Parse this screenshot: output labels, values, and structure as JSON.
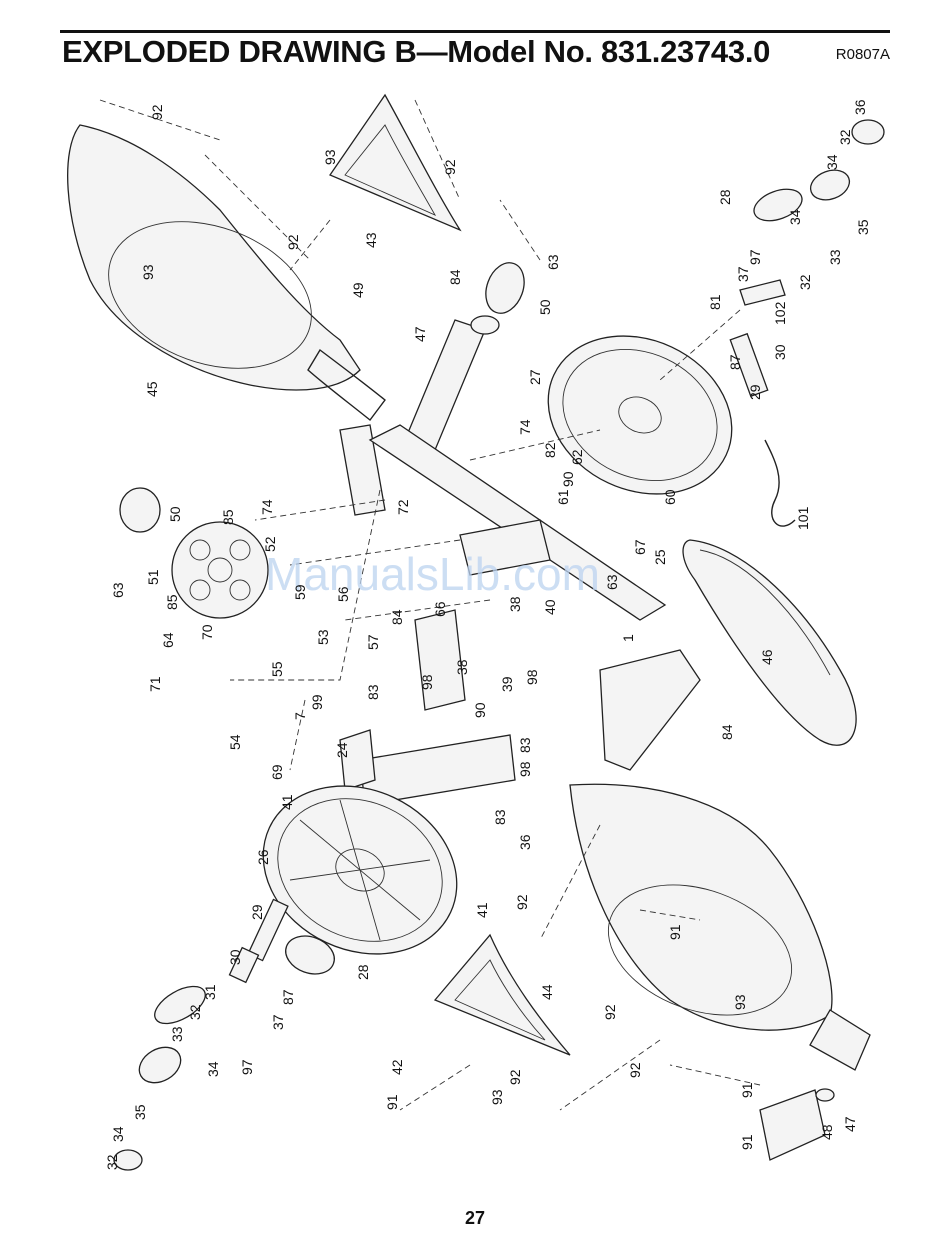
{
  "header": {
    "title": "EXPLODED DRAWING B—Model No. 831.23743.0",
    "code": "R0807A"
  },
  "watermark": "ManualsLib.com",
  "callouts": [
    "92",
    "93",
    "92",
    "92",
    "93",
    "43",
    "45",
    "36",
    "32",
    "34",
    "35",
    "28",
    "34",
    "33",
    "32",
    "97",
    "37",
    "102",
    "30",
    "29",
    "87",
    "81",
    "63",
    "50",
    "84",
    "49",
    "47",
    "27",
    "74",
    "82",
    "62",
    "90",
    "61",
    "60",
    "67",
    "25",
    "101",
    "72",
    "50",
    "85",
    "74",
    "52",
    "63",
    "51",
    "59",
    "53",
    "56",
    "57",
    "84",
    "66",
    "63",
    "38",
    "40",
    "1",
    "46",
    "85",
    "64",
    "70",
    "55",
    "71",
    "99",
    "7",
    "54",
    "69",
    "83",
    "98",
    "38",
    "39",
    "98",
    "90",
    "24",
    "83",
    "98",
    "83",
    "84",
    "41",
    "26",
    "41",
    "29",
    "28",
    "30",
    "87",
    "31",
    "32",
    "33",
    "37",
    "34",
    "97",
    "35",
    "34",
    "32",
    "36",
    "92",
    "91",
    "92",
    "44",
    "93",
    "92",
    "42",
    "91",
    "93",
    "92",
    "91",
    "91",
    "48",
    "47",
    "84"
  ],
  "page_number": "27"
}
